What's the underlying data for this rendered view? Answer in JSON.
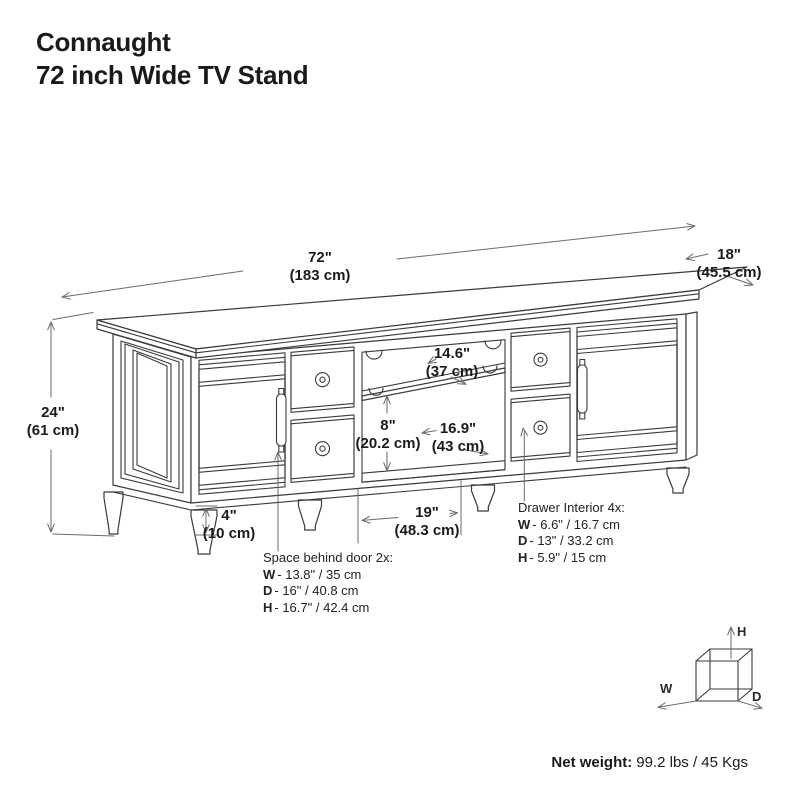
{
  "title": {
    "line1": "Connaught",
    "line2": "72 inch Wide TV Stand"
  },
  "dims": {
    "width": {
      "in": "72\"",
      "cm": "(183 cm)"
    },
    "depth": {
      "in": "18\"",
      "cm": "(45.5 cm)"
    },
    "height": {
      "in": "24\"",
      "cm": "(61 cm)"
    },
    "shelf_depth": {
      "in": "14.6\"",
      "cm": "(37 cm)"
    },
    "shelf_height": {
      "in": "8\"",
      "cm": "(20.2 cm)"
    },
    "opening_width": {
      "in": "16.9\"",
      "cm": "(43 cm)"
    },
    "leg_span": {
      "in": "19\"",
      "cm": "(48.3 cm)"
    },
    "leg_height": {
      "in": "4\"",
      "cm": "(10 cm)"
    }
  },
  "door_space": {
    "heading": "Space behind door 2x:",
    "rows": [
      {
        "k": "W",
        "v": "- 13.8\" / 35 cm"
      },
      {
        "k": "D",
        "v": "- 16\" / 40.8 cm"
      },
      {
        "k": "H",
        "v": "- 16.7\" / 42.4 cm"
      }
    ]
  },
  "drawer_interior": {
    "heading": "Drawer Interior 4x:",
    "rows": [
      {
        "k": "W",
        "v": "- 6.6\" / 16.7 cm"
      },
      {
        "k": "D",
        "v": "- 13\" / 33.2 cm"
      },
      {
        "k": "H",
        "v": "- 5.9\" / 15 cm"
      }
    ]
  },
  "cube": {
    "h": "H",
    "w": "W",
    "d": "D"
  },
  "net_weight": {
    "label": "Net weight:",
    "value": "99.2 lbs / 45 Kgs"
  },
  "colors": {
    "line": "#3a3a3c",
    "dim_line": "#6b6b6d",
    "text": "#1b1b1d",
    "background": "#ffffff"
  }
}
